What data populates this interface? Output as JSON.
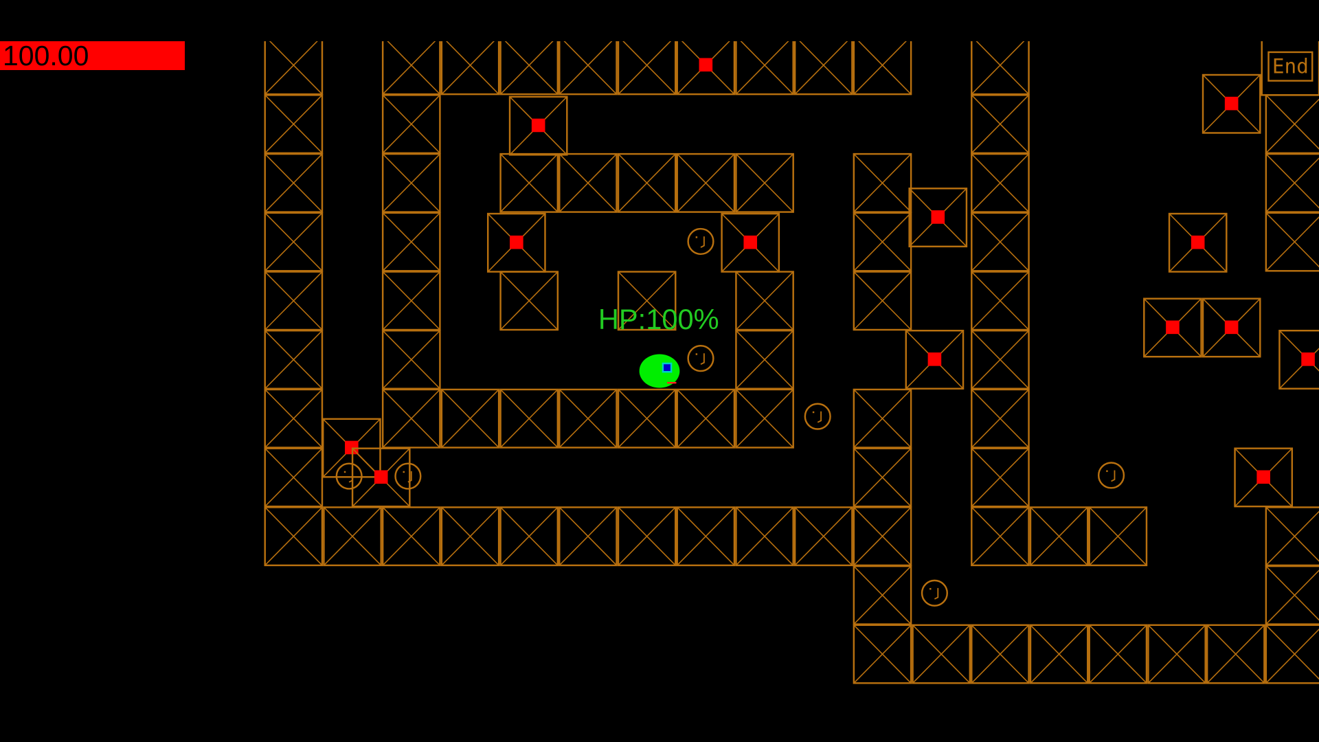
{
  "hud": {
    "timer_value": "100.00",
    "timer_bar_color": "#ff0000"
  },
  "player": {
    "hp_label": "HP:100%",
    "hp_percent": 100,
    "body_color": "#00ee00",
    "eye_color": "#0000cc"
  },
  "level": {
    "exit_label": "End",
    "wall_color": "#b8700f",
    "trap_color": "#ff0000",
    "coin_icon": "coin-face-icon"
  }
}
